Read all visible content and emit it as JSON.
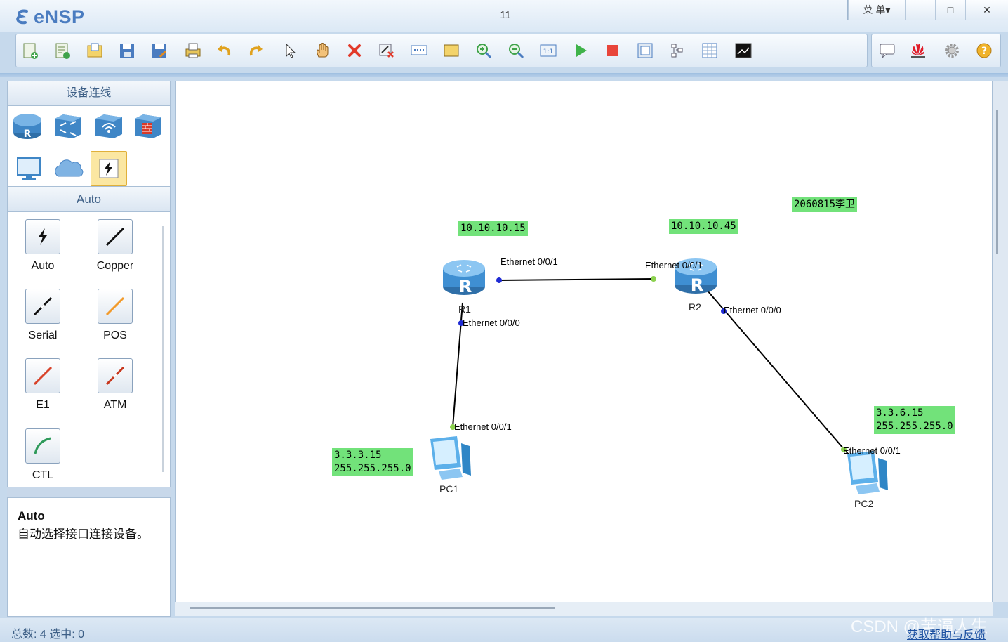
{
  "app": {
    "name": "eNSP",
    "document_title": "11"
  },
  "window_controls": {
    "menu": "菜 单▾",
    "minimize": "_",
    "maximize": "□",
    "close": "✕"
  },
  "toolbar": {
    "main_icons": [
      "new-topology-icon",
      "new-topology-from-template-icon",
      "open-icon",
      "save-icon",
      "save-as-icon",
      "print-icon",
      "undo-icon",
      "redo-icon",
      "select-pointer-icon",
      "pan-hand-icon",
      "delete-icon",
      "delete-link-icon",
      "add-text-icon",
      "add-shape-icon",
      "zoom-in-icon",
      "zoom-out-icon",
      "fit-view-icon",
      "start-device-icon",
      "stop-device-icon",
      "capture-icon",
      "topology-icon",
      "grid-icon",
      "terminal-icon"
    ],
    "right_icons": [
      "message-icon",
      "huawei-logo-icon",
      "settings-gear-icon",
      "help-icon"
    ]
  },
  "left_panel": {
    "section_title": "设备连线",
    "device_categories": [
      "router-icon",
      "switch-icon",
      "wireless-icon",
      "firewall-icon",
      "pc-terminal-icon",
      "cloud-icon",
      "cable-connection-icon"
    ],
    "cable_section_title": "Auto",
    "cables": [
      {
        "label": "Auto"
      },
      {
        "label": "Copper"
      },
      {
        "label": "Serial"
      },
      {
        "label": "POS"
      },
      {
        "label": "E1"
      },
      {
        "label": "ATM"
      },
      {
        "label": "CTL"
      }
    ],
    "description": {
      "title": "Auto",
      "text": "自动选择接口连接设备。"
    }
  },
  "topology": {
    "devices": [
      {
        "name": "R1",
        "type": "router"
      },
      {
        "name": "R2",
        "type": "router"
      },
      {
        "name": "PC1",
        "type": "pc"
      },
      {
        "name": "PC2",
        "type": "pc"
      }
    ],
    "ports": {
      "r1_to_r2": "Ethernet 0/0/1",
      "r2_to_r1": "Ethernet 0/0/1",
      "r1_to_pc1": "Ethernet 0/0/0",
      "pc1_to_r1": "Ethernet 0/0/1",
      "r2_to_pc2": "Ethernet 0/0/0",
      "pc2_to_r2": "Ethernet 0/0/1"
    },
    "notes": {
      "r1_ip": "10.10.10.15",
      "r2_ip": "10.10.10.45",
      "author": "2060815李卫",
      "pc1_ip": "3.3.3.15",
      "pc1_mask": "255.255.255.0",
      "pc2_ip": "3.3.6.15",
      "pc2_mask": "255.255.255.0"
    },
    "colors": {
      "note_bg": "#72e27a",
      "link_up": "#8bd14e",
      "link_down": "#1f2bd4"
    }
  },
  "status_bar": {
    "total_label": "总数:",
    "total": "4",
    "selected_label": "选中:",
    "selected": "0",
    "feedback_link": "获取帮助与反馈",
    "watermark": "CSDN @苦逼人生"
  }
}
